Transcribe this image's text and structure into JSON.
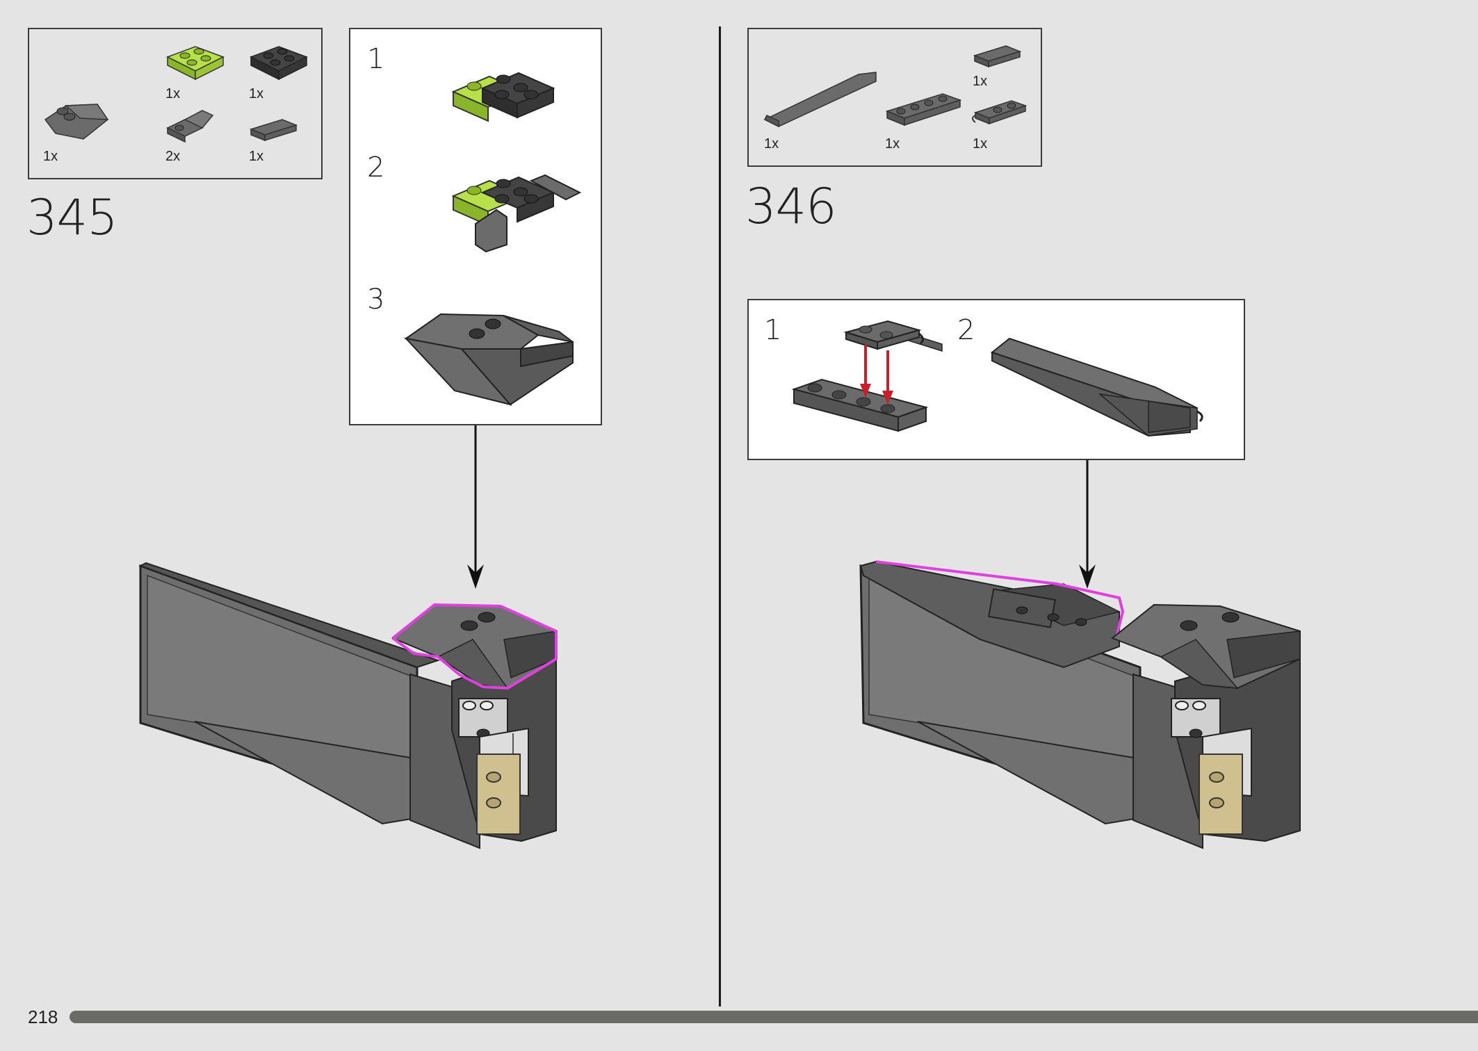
{
  "page": {
    "number": "218"
  },
  "steps": [
    {
      "number": "345",
      "parts": [
        {
          "qty": "1x",
          "icon": "wedge-slope-dark-gray"
        },
        {
          "qty": "1x",
          "icon": "plate-2x2-lime"
        },
        {
          "qty": "1x",
          "icon": "plate-2x2-black"
        },
        {
          "qty": "2x",
          "icon": "bracket-dark-gray"
        },
        {
          "qty": "1x",
          "icon": "tile-1x2-dark-gray"
        }
      ],
      "substeps": [
        "1",
        "2",
        "3"
      ]
    },
    {
      "number": "346",
      "parts": [
        {
          "qty": "1x",
          "icon": "long-wedge-dark-gray"
        },
        {
          "qty": "1x",
          "icon": "plate-1x4-dark-gray"
        },
        {
          "qty": "1x",
          "icon": "tile-1x2-dark-gray"
        },
        {
          "qty": "1x",
          "icon": "clip-plate-dark-gray"
        }
      ],
      "substeps": [
        "1",
        "2"
      ]
    }
  ],
  "colors": {
    "background": "#e4e4e4",
    "dark_gray": "#6b6b6b",
    "black_part": "#3d3d3d",
    "lime": "#a6d33a",
    "tan": "#d1c08f",
    "highlight": "#e040e0",
    "arrow_red": "#c8202a"
  }
}
